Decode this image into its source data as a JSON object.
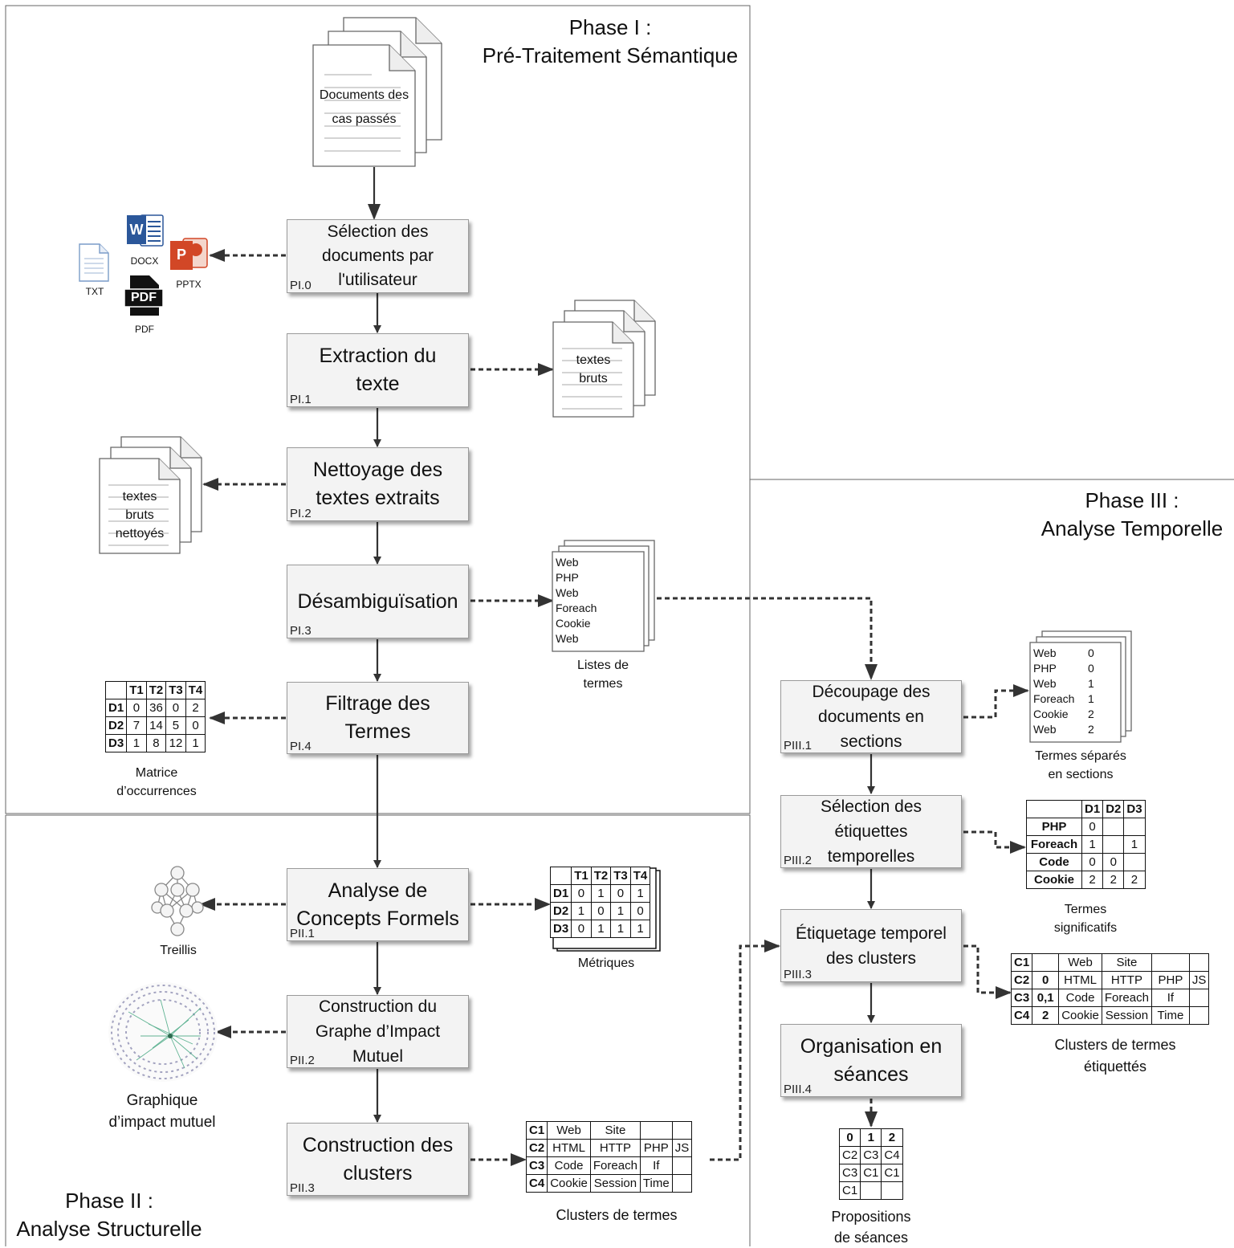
{
  "phases": {
    "p1": "Phase I :\nPré-Traitement Sémantique",
    "p2": "Phase II :\nAnalyse Structurelle",
    "p3": "Phase III :\nAnalyse Temporelle"
  },
  "processes": {
    "pi0": {
      "label": "Sélection des\ndocuments par\nl'utilisateur",
      "code": "PI.0"
    },
    "pi1": {
      "label": "Extraction du\ntexte",
      "code": "PI.1"
    },
    "pi2": {
      "label": "Nettoyage des\ntextes extraits",
      "code": "PI.2"
    },
    "pi3": {
      "label": "Désambiguïsation",
      "code": "PI.3"
    },
    "pi4": {
      "label": "Filtrage des\nTermes",
      "code": "PI.4"
    },
    "pii1": {
      "label": "Analyse de\nConcepts Formels",
      "code": "PII.1"
    },
    "pii2": {
      "label": "Construction du\nGraphe d’Impact\nMutuel",
      "code": "PII.2"
    },
    "pii3": {
      "label": "Construction des\nclusters",
      "code": "PII.3"
    },
    "piii1": {
      "label": "Découpage des\ndocuments en\nsections",
      "code": "PIII.1"
    },
    "piii2": {
      "label": "Sélection des\nétiquettes\ntemporelles",
      "code": "PIII.2"
    },
    "piii3": {
      "label": "Étiquetage temporel\ndes clusters",
      "code": "PIII.3"
    },
    "piii4": {
      "label": "Organisation en\nséances",
      "code": "PIII.4"
    }
  },
  "documents": {
    "past_cases": "Documents des\ncas passés",
    "raw_texts": "textes\nbruts",
    "cleaned_texts": "textes\nbruts\nnettoyés"
  },
  "filetypes": {
    "docx": "DOCX",
    "pptx": "PPTX",
    "txt": "TXT",
    "pdf": "PDF",
    "word_letter": "W",
    "ppt_letter": "P",
    "pdf_badge": "PDF"
  },
  "icons": {
    "word": "word-icon",
    "powerpoint": "powerpoint-icon",
    "txt": "txt-file-icon",
    "pdf": "pdf-icon",
    "lattice": "lattice-icon",
    "graph": "mutual-impact-graph-icon"
  },
  "term_list": {
    "items": [
      "Web",
      "PHP",
      "Web",
      "Foreach",
      "Cookie",
      "Web"
    ],
    "caption": "Listes de\ntermes"
  },
  "sectioned_terms": {
    "terms": [
      "Web",
      "PHP",
      "Web",
      "Foreach",
      "Cookie",
      "Web"
    ],
    "sections": [
      "0",
      "0",
      "1",
      "1",
      "2",
      "2"
    ],
    "caption": "Termes séparés\nen sections"
  },
  "occurrence_matrix": {
    "header": [
      "",
      "T1",
      "T2",
      "T3",
      "T4"
    ],
    "rows": [
      [
        "D1",
        "0",
        "36",
        "0",
        "2"
      ],
      [
        "D2",
        "7",
        "14",
        "5",
        "0"
      ],
      [
        "D3",
        "1",
        "8",
        "12",
        "1"
      ]
    ],
    "caption": "Matrice\nd’occurrences"
  },
  "metrics": {
    "header": [
      "",
      "T1",
      "T2",
      "T3",
      "T4"
    ],
    "rows": [
      [
        "D1",
        "0",
        "1",
        "0",
        "1"
      ],
      [
        "D2",
        "1",
        "0",
        "1",
        "0"
      ],
      [
        "D3",
        "0",
        "1",
        "1",
        "1"
      ]
    ],
    "caption": "Métriques"
  },
  "lattice_caption": "Treillis",
  "graph_caption": "Graphique\nd’impact mutuel",
  "clusters": {
    "rows": [
      [
        "C1",
        "Web",
        "Site",
        "",
        ""
      ],
      [
        "C2",
        "HTML",
        "HTTP",
        "PHP",
        "JS"
      ],
      [
        "C3",
        "Code",
        "Foreach",
        "If",
        ""
      ],
      [
        "C4",
        "Cookie",
        "Session",
        "Time",
        ""
      ]
    ],
    "caption": "Clusters de termes"
  },
  "significant_terms": {
    "header": [
      "",
      "D1",
      "D2",
      "D3"
    ],
    "rows": [
      [
        "PHP",
        "0",
        "",
        ""
      ],
      [
        "Foreach",
        "1",
        "",
        "1"
      ],
      [
        "Code",
        "0",
        "0",
        ""
      ],
      [
        "Cookie",
        "2",
        "2",
        "2"
      ]
    ],
    "caption": "Termes\nsignificatifs"
  },
  "labeled_clusters": {
    "rows": [
      [
        "C1",
        "",
        "Web",
        "Site",
        "",
        ""
      ],
      [
        "C2",
        "0",
        "HTML",
        "HTTP",
        "PHP",
        "JS"
      ],
      [
        "C3",
        "0,1",
        "Code",
        "Foreach",
        "If",
        ""
      ],
      [
        "C4",
        "2",
        "Cookie",
        "Session",
        "Time",
        ""
      ]
    ],
    "caption": "Clusters de termes\nétiquettés"
  },
  "sessions": {
    "header": [
      "0",
      "1",
      "2"
    ],
    "rows": [
      [
        "C2",
        "C3",
        "C4"
      ],
      [
        "C3",
        "C1",
        "C1"
      ],
      [
        "C1",
        "",
        ""
      ]
    ],
    "caption": "Propositions\nde séances"
  }
}
